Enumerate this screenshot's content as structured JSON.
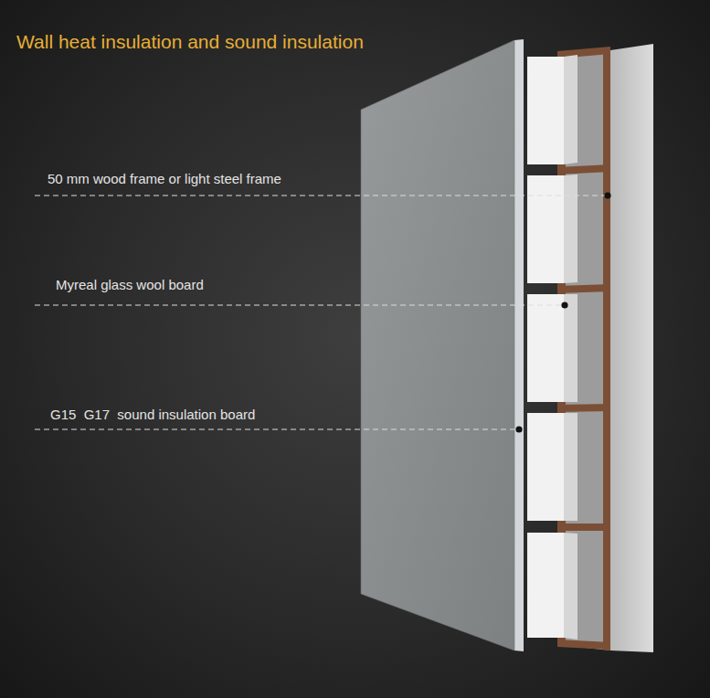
{
  "diagram": {
    "title": "Wall heat insulation and sound insulation",
    "labels": [
      "50 mm wood frame or light steel frame",
      "Myreal glass wool board",
      "G15  G17  sound insulation board"
    ]
  }
}
